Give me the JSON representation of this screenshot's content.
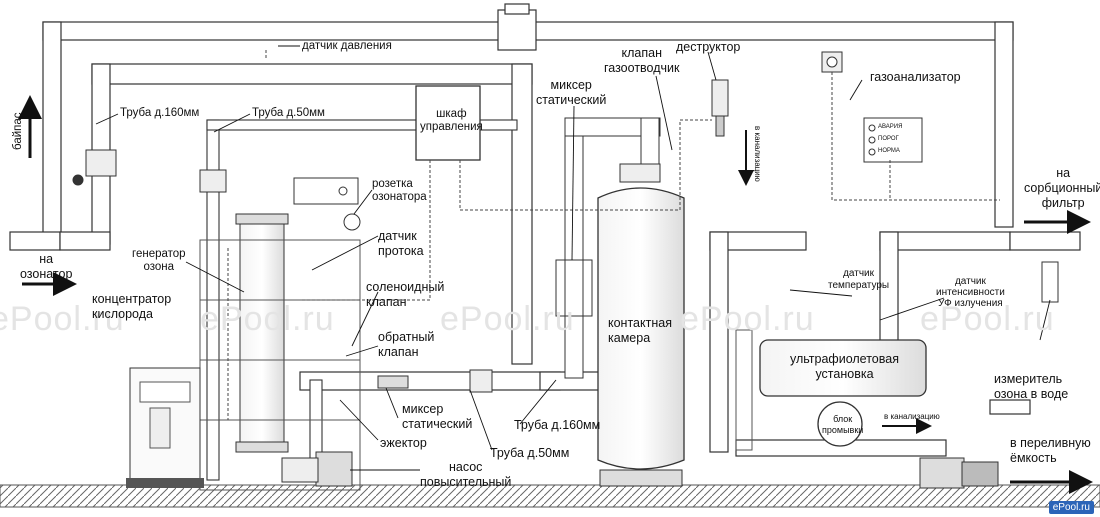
{
  "watermark": {
    "text": "ePool.ru",
    "badge": "ePool.ru"
  },
  "labels": {
    "bypass": "байпас",
    "to_ozonator": "на\nозонатор",
    "pressure_sensor": "датчик давления",
    "pipe_160_top": "Труба д.160мм",
    "pipe_50_top": "Труба д.50мм",
    "control_cabinet": "шкаф\nуправления",
    "ozonator_socket": "розетка\nозонатора",
    "ozone_generator": "генератор\nозона",
    "flow_sensor": "датчик\nпротока",
    "solenoid_valve": "соленоидный\nклапан",
    "oxygen_concentrator": "концентратор\nкислорода",
    "check_valve": "обратный\nклапан",
    "static_mixer_bottom": "миксер\nстатический",
    "ejector": "эжектор",
    "booster_pump": "насос\nповысительный",
    "pipe_160_bottom": "Труба д.160мм",
    "pipe_50_bottom": "Труба д.50мм",
    "static_mixer_top": "миксер\nстатический",
    "gas_vent_valve": "клапан\nгазоотводчик",
    "destructor": "деструктор",
    "to_sewer_vertical": "в канализацию",
    "gas_analyzer": "газоанализатор",
    "analyzer_alarm": "АВАРИЯ",
    "analyzer_threshold": "ПОРОГ",
    "analyzer_normal": "НОРМА",
    "contact_chamber": "контактная\nкамера",
    "temperature_sensor": "датчик\nтемпературы",
    "uv_intensity_sensor": "датчик\nинтенсивности\nУФ излучения",
    "uv_unit": "ультрафиолетовая\nустановка",
    "flush_unit": "блок\nпромывки",
    "to_sewer_horizontal": "в канализацию",
    "to_sorption_filter": "на\nсорбционный\nфильтр",
    "ozone_meter": "измеритель\nозона в воде",
    "to_overflow_tank": "в переливную\nёмкость"
  }
}
